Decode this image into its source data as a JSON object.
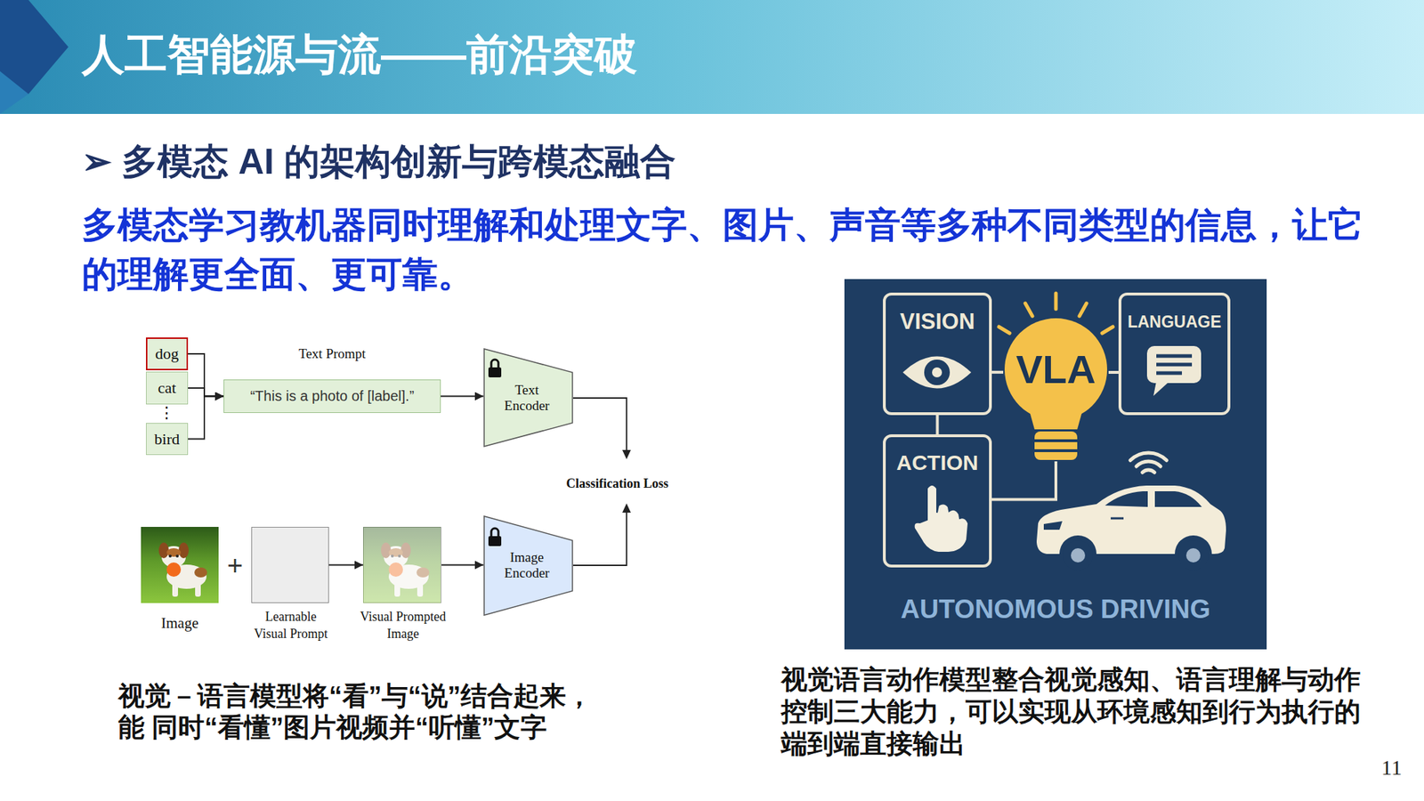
{
  "diagram": {
    "title": "人工智能源与流——前沿突破",
    "nodes": [
      {
        "text": [
          "dog"
        ]
      },
      {
        "text": [
          "cat"
        ]
      },
      {
        "text": [
          "bird"
        ]
      },
      {
        "text": [
          "Text Prompt",
          "“This is a photo of [label].”"
        ]
      },
      {
        "text": [
          "Text Encoder"
        ]
      },
      {
        "text": [
          "Image"
        ]
      },
      {
        "text": [
          "Learnable Visual Prompt"
        ]
      },
      {
        "text": [
          "Visual Prompted Image"
        ]
      },
      {
        "text": [
          "Image Encoder"
        ]
      },
      {
        "text": [
          "AUTONOMOUS DRIVING"
        ]
      },
      {
        "text": [
          "VISION"
        ],
        "in": 9
      },
      {
        "text": [
          "VLA"
        ],
        "in": 9
      },
      {
        "text": [
          "LANGUAGE"
        ],
        "in": 9
      },
      {
        "text": [
          "ACTION"
        ],
        "in": 9
      }
    ],
    "edges": [
      {
        "from": 0,
        "to": 3,
        "arrow": "to"
      },
      {
        "from": 1,
        "to": 3,
        "arrow": "to"
      },
      {
        "from": 2,
        "to": 3,
        "arrow": "to"
      },
      {
        "from": 3,
        "to": 4,
        "arrow": "to"
      },
      {
        "from": 6,
        "to": 7,
        "arrow": "to"
      },
      {
        "from": 7,
        "to": 8,
        "arrow": "to"
      },
      {
        "from": 10,
        "to": 11,
        "arrow": "none"
      },
      {
        "from": 11,
        "to": 12,
        "arrow": "none"
      },
      {
        "from": 10,
        "to": 13,
        "arrow": "none"
      },
      {
        "from": 13,
        "to": 11,
        "arrow": "none"
      }
    ],
    "labels": [
      "➢ 多模态 AI 的架构创新与跨模态融合",
      "多模态学习教机器同时理解和处理文字、图片、声音等多种不同类型的信息，让它 的理解更全面、更可靠。",
      "⋮",
      "+",
      "Classification Loss",
      "视觉－语言模型将“看”与“说”结合起来，能 同时“看懂”图片视频并“听懂”文字",
      "视觉语言动作模型整合视觉感知、语言理解与动作 控制三大能力，可以实现从环境感知到行为执行的 端到端直接输出",
      "11"
    ]
  }
}
